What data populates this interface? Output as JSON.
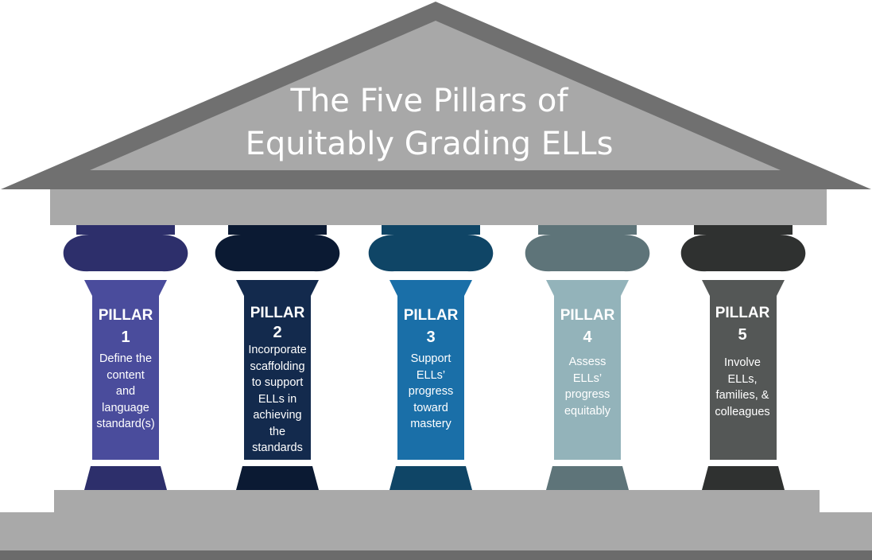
{
  "title": {
    "line1": "The Five Pillars of",
    "line2": "Equitably Grading ELLs"
  },
  "colors": {
    "roof_outer": "#707070",
    "roof_inner": "#a8a8a8",
    "entablature": "#a9a9a9",
    "steps": "#a9a9a9",
    "base_strip": "#6b6b6b"
  },
  "pillars": [
    {
      "label": "PILLAR",
      "number": "1",
      "lines": [
        "Define the",
        "content",
        "and",
        "language",
        "standard(s)"
      ],
      "color": "#4a4c9c",
      "dark": "#2d2f6b"
    },
    {
      "label": "PILLAR",
      "number": "2",
      "lines": [
        "Incorporate",
        "scaffolding",
        "to support",
        "ELLs in",
        "achieving",
        "the",
        "standards"
      ],
      "color": "#132a4d",
      "dark": "#0b1a33"
    },
    {
      "label": "PILLAR",
      "number": "3",
      "lines": [
        "Support",
        "ELLs’",
        "progress",
        "toward",
        "mastery"
      ],
      "color": "#1a6fa8",
      "dark": "#0f4566"
    },
    {
      "label": "PILLAR",
      "number": "4",
      "lines": [
        "Assess",
        "ELLs’",
        "progress",
        "equitably"
      ],
      "color": "#93b3ba",
      "dark": "#5e7479"
    },
    {
      "label": "PILLAR",
      "number": "5",
      "lines": [
        "Involve",
        "ELLs,",
        "families, &",
        "colleagues"
      ],
      "color": "#545756",
      "dark": "#2f3130"
    }
  ]
}
